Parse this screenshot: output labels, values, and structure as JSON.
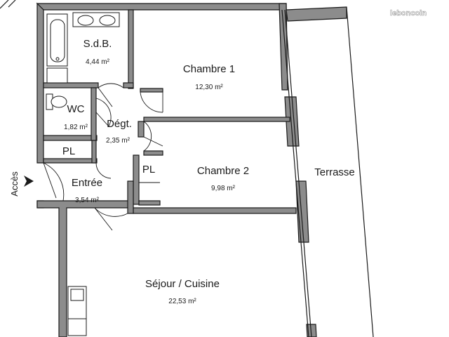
{
  "watermark": "leboncoin",
  "access": {
    "label": "Accès"
  },
  "rooms": {
    "sdb": {
      "name": "S.d.B.",
      "area": "4,44 m²"
    },
    "wc": {
      "name": "WC",
      "area": "1,82 m²"
    },
    "degt": {
      "name": "Dégt.",
      "area": "2,35 m²"
    },
    "pl1": {
      "name": "PL"
    },
    "pl2": {
      "name": "PL"
    },
    "entree": {
      "name": "Entrée",
      "area": "3,54 m²"
    },
    "chambre1": {
      "name": "Chambre 1",
      "area": "12,30 m²"
    },
    "chambre2": {
      "name": "Chambre 2",
      "area": "9,98 m²"
    },
    "terrasse": {
      "name": "Terrasse"
    },
    "sejour": {
      "name": "Séjour / Cuisine",
      "area": "22,53 m²"
    }
  }
}
